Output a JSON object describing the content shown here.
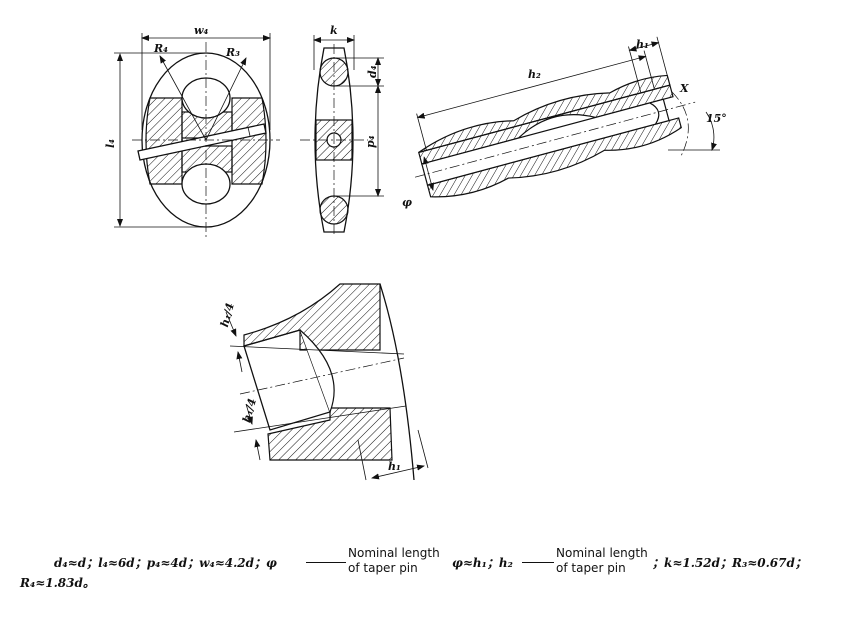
{
  "labels": {
    "w4": "w₄",
    "k": "k",
    "R4": "R₄",
    "R3": "R₃",
    "l4": "l₄",
    "d4": "d₄",
    "p4": "p₄",
    "h1": "h₁",
    "h2": "h₂",
    "x": "X",
    "phi": "φ",
    "angle": "15°",
    "h1_quarter_top": "h₁/4",
    "h1_quarter_bottom": "h₁/4",
    "h1_detail": "h₁"
  },
  "caption": {
    "part1": "d₄≈d；l₄≈6d；p₄≈4d；w₄≈4.2d；φ",
    "note1_line1": "Nominal length",
    "note1_line2": "of taper pin",
    "part2": "φ≈h₁；h₂",
    "note2_line1": "Nominal length",
    "note2_line2": "of taper pin",
    "part3": "；k≈1.52d；R₃≈0.67d；",
    "part4": "R₄≈1.83d。"
  }
}
